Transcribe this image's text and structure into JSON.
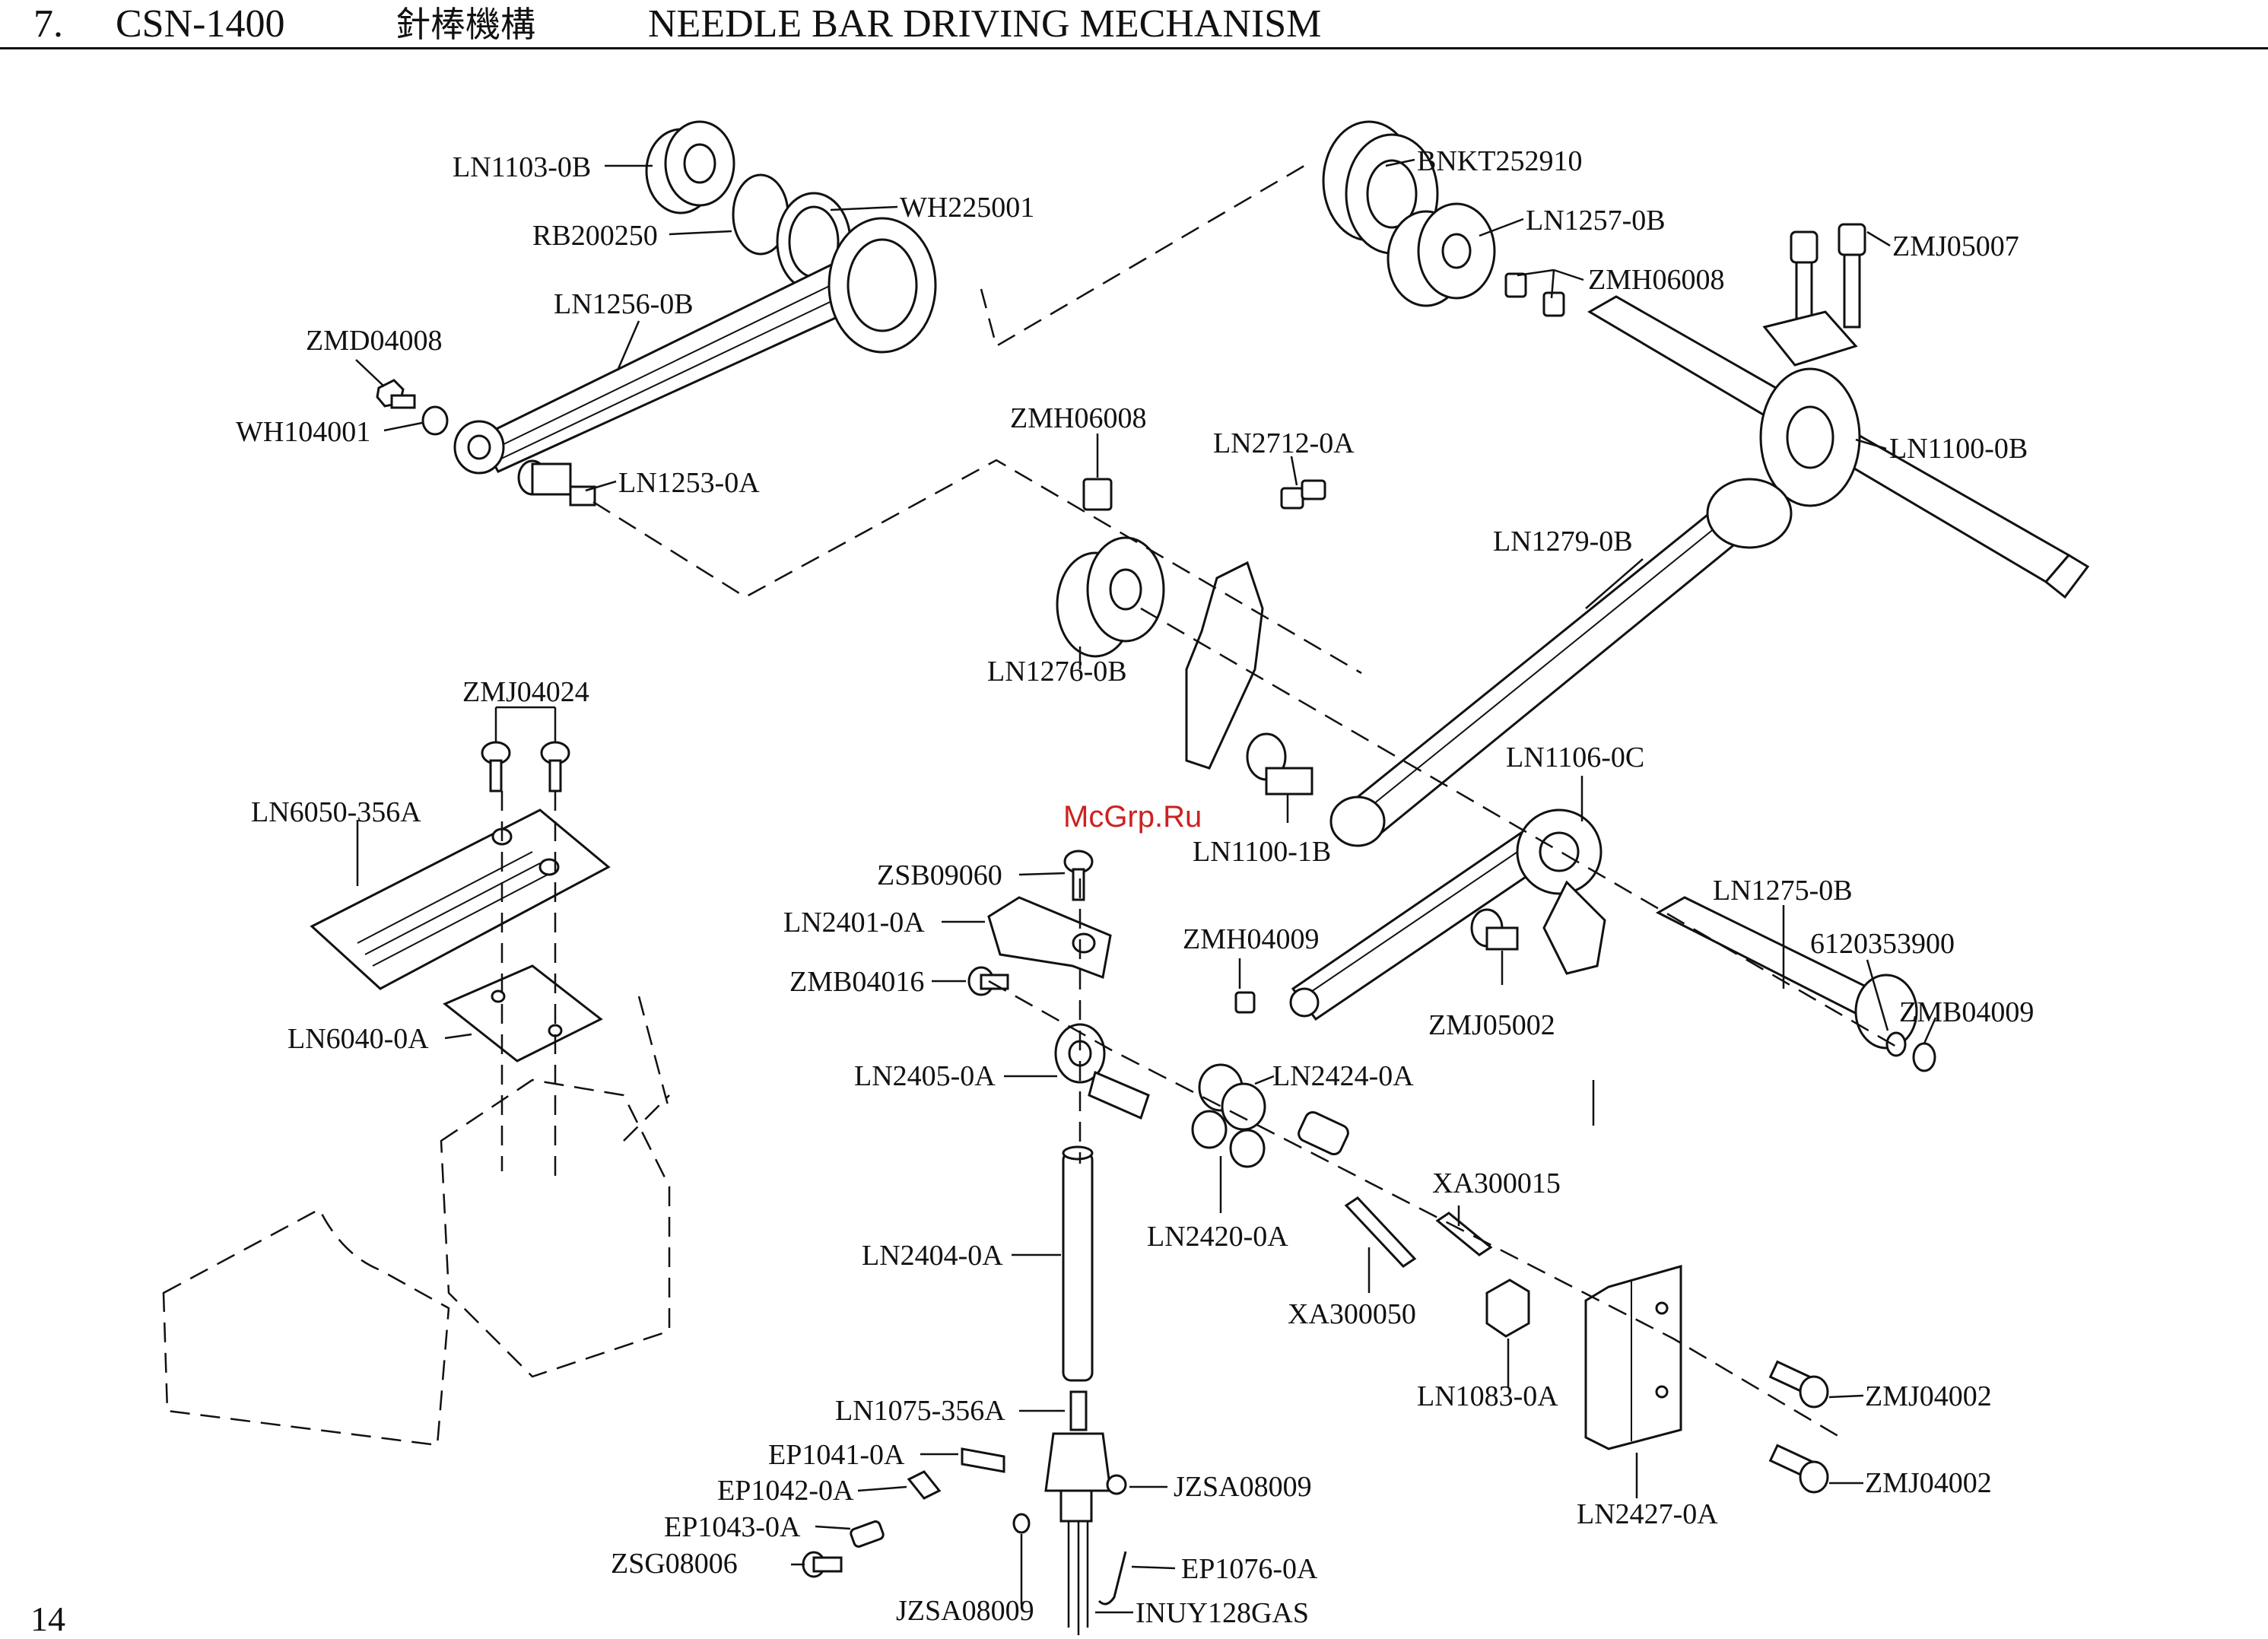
{
  "header": {
    "section_number": "7.",
    "model": "CSN-1400",
    "title_chinese": "針棒機構",
    "title": "NEEDLE BAR DRIVING MECHANISM"
  },
  "page_number": "14",
  "watermark": "McGrp.Ru",
  "parts": {
    "ln1103": "LN1103-0B",
    "rb200250": "RB200250",
    "wh225001": "WH225001",
    "ln1256": "LN1256-0B",
    "zmd04008": "ZMD04008",
    "wh104001": "WH104001",
    "ln1253": "LN1253-0A",
    "bnkt252910": "BNKT252910",
    "ln1257": "LN1257-0B",
    "zmj05007": "ZMJ05007",
    "zmh06008_a": "ZMH06008",
    "ln1100": "LN1100-0B",
    "zmh06008_b": "ZMH06008",
    "ln2712": "LN2712-0A",
    "ln1276": "LN1276-0B",
    "ln1279": "LN1279-0B",
    "zmj04024": "ZMJ04024",
    "ln6050": "LN6050-356A",
    "ln1106": "LN1106-0C",
    "ln1100_1b": "LN1100-1B",
    "zsb09060": "ZSB09060",
    "ln2401": "LN2401-0A",
    "ln1275": "LN1275-0B",
    "p6120353900": "6120353900",
    "zmh04009": "ZMH04009",
    "zmb04016": "ZMB04016",
    "zmb04009": "ZMB04009",
    "ln6040": "LN6040-0A",
    "zmj05002": "ZMJ05002",
    "ln2424": "LN2424-0A",
    "ln2405": "LN2405-0A",
    "xa300015": "XA300015",
    "ln2420": "LN2420-0A",
    "ln2404": "LN2404-0A",
    "xa300050": "XA300050",
    "zmj04002_a": "ZMJ04002",
    "ln1083": "LN1083-0A",
    "ln1075": "LN1075-356A",
    "ep1041": "EP1041-0A",
    "zmj04002_b": "ZMJ04002",
    "ep1042": "EP1042-0A",
    "jzsa08009_a": "JZSA08009",
    "ln2427": "LN2427-0A",
    "ep1043": "EP1043-0A",
    "ep1076": "EP1076-0A",
    "zsg08006": "ZSG08006",
    "jzsa08009_b": "JZSA08009",
    "inuy128gas": "INUY128GAS"
  }
}
